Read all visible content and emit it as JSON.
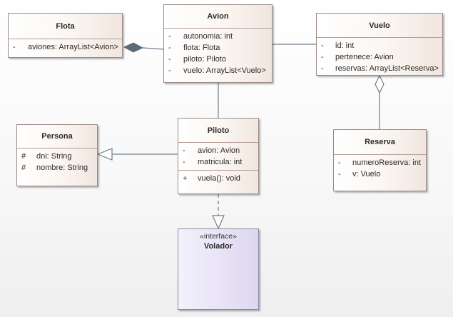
{
  "classes": {
    "flota": {
      "name": "Flota",
      "attributes": [
        {
          "vis": "-",
          "text": "aviones: ArrayList<Avion>"
        }
      ]
    },
    "avion": {
      "name": "Avion",
      "attributes": [
        {
          "vis": "-",
          "text": "autonomia: int"
        },
        {
          "vis": "-",
          "text": "flota: Flota"
        },
        {
          "vis": "-",
          "text": "piloto: Piloto"
        },
        {
          "vis": "-",
          "text": "vuelo: ArrayList<Vuelo>"
        }
      ]
    },
    "vuelo": {
      "name": "Vuelo",
      "attributes": [
        {
          "vis": "-",
          "text": "id: int"
        },
        {
          "vis": "-",
          "text": "pertenece: Avion"
        },
        {
          "vis": "-",
          "text": "reservas: ArrayList<Reserva>"
        }
      ]
    },
    "persona": {
      "name": "Persona",
      "attributes": [
        {
          "vis": "#",
          "text": "dni: String"
        },
        {
          "vis": "#",
          "text": "nombre: String"
        }
      ]
    },
    "piloto": {
      "name": "Piloto",
      "attributes": [
        {
          "vis": "-",
          "text": "avion: Avion"
        },
        {
          "vis": "-",
          "text": "matricula: int"
        }
      ],
      "operations": [
        {
          "vis": "+",
          "text": "vuela(): void"
        }
      ]
    },
    "reserva": {
      "name": "Reserva",
      "attributes": [
        {
          "vis": "-",
          "text": "numeroReserva: int"
        },
        {
          "vis": "-",
          "text": "v: Vuelo"
        }
      ]
    },
    "volador": {
      "stereotype": "«interface»",
      "name": "Volador"
    }
  },
  "colors": {
    "line": "#6f7e8a",
    "box_border": "#9a8a86",
    "class_fill": "#f1e6df",
    "interface_fill": "#ddd6f0",
    "composition_diamond": "#5f6a78"
  }
}
